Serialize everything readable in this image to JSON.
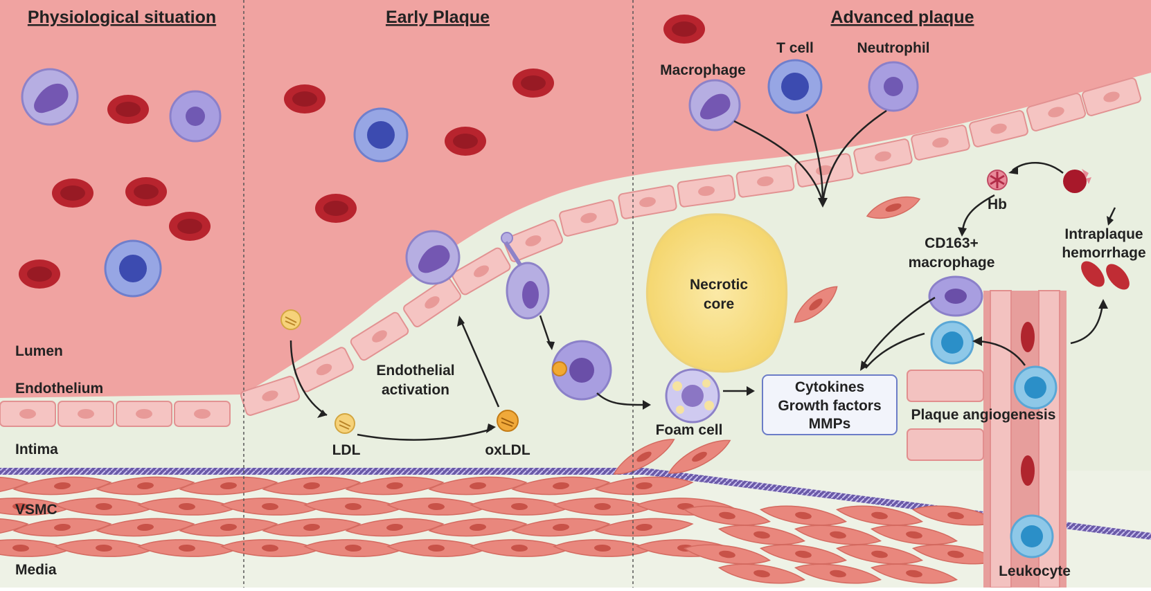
{
  "panels": {
    "physiological": "Physiological situation",
    "early": "Early Plaque",
    "advanced": "Advanced plaque"
  },
  "layers": {
    "lumen": "Lumen",
    "endothelium": "Endothelium",
    "intima": "Intima",
    "vsmc": "VSMC",
    "media": "Media"
  },
  "early_labels": {
    "endothelial_activation_1": "Endothelial",
    "endothelial_activation_2": "activation",
    "ldl": "LDL",
    "oxldl": "oxLDL"
  },
  "advanced_labels": {
    "macrophage": "Macrophage",
    "t_cell": "T cell",
    "neutrophil": "Neutrophil",
    "necrotic_core_1": "Necrotic",
    "necrotic_core_2": "core",
    "foam_cell": "Foam cell",
    "cytokines": "Cytokines",
    "growth_factors": "Growth factors",
    "mmps": "MMPs",
    "hb": "Hb",
    "cd163_1": "CD163+",
    "cd163_2": "macrophage",
    "iph_1": "Intraplaque",
    "iph_2": "hemorrhage",
    "plaque_angiogenesis": "Plaque angiogenesis",
    "leukocyte": "Leukocyte"
  },
  "colors": {
    "lumen": "#f0a3a1",
    "intima": "#e9efe0",
    "endothelial_cell": "#f5c2c0",
    "rbc": "#c02c34",
    "lymphocyte": "#8ea0e0",
    "macrophage": "#b0a8e0",
    "necrotic": "#f8e189",
    "vsmc": "#e9877d"
  }
}
